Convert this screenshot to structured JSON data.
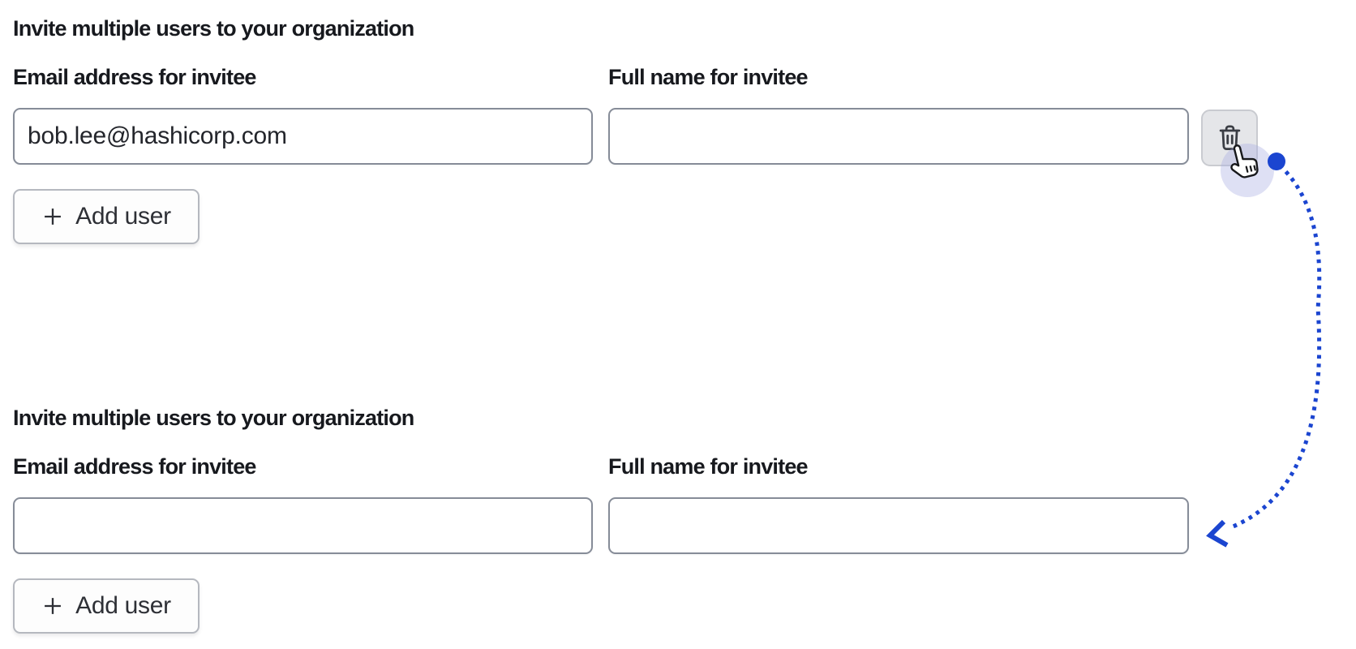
{
  "page": {
    "background_color": "#ffffff",
    "accent_blue": "#1b45d0",
    "text_color": "#17191e",
    "input_border_color": "#868c98"
  },
  "forms": [
    {
      "heading": "Invite multiple users to your organization",
      "email_label": "Email address for invitee",
      "name_label": "Full name for invitee",
      "email_value": "bob.lee@hashicorp.com",
      "name_value": "",
      "add_user_label": "Add user",
      "has_delete_button": true
    },
    {
      "heading": "Invite multiple users to your organization",
      "email_label": "Email address for invitee",
      "name_label": "Full name for invitee",
      "email_value": "",
      "name_value": "",
      "add_user_label": "Add user",
      "has_delete_button": false
    }
  ],
  "annotation": {
    "arrow_color": "#1b45d0",
    "arrow_style": "dotted",
    "cursor_type": "pointer-hand",
    "halo_color": "rgba(167,174,226,0.38)"
  }
}
